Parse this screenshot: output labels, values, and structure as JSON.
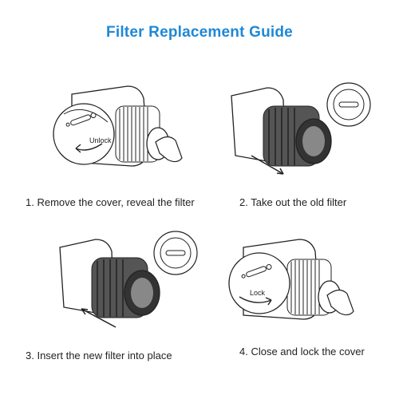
{
  "title": "Filter Replacement Guide",
  "steps": [
    {
      "caption": "1. Remove the cover, reveal the filter",
      "inset_label": "Unlock"
    },
    {
      "caption": "2. Take out the old filter"
    },
    {
      "caption": "3. Insert the new filter into place"
    },
    {
      "caption": "4. Close and lock the cover",
      "inset_label": "Lock"
    }
  ],
  "colors": {
    "title": "#1e88d6",
    "line": "#222222",
    "caption": "#222222"
  }
}
